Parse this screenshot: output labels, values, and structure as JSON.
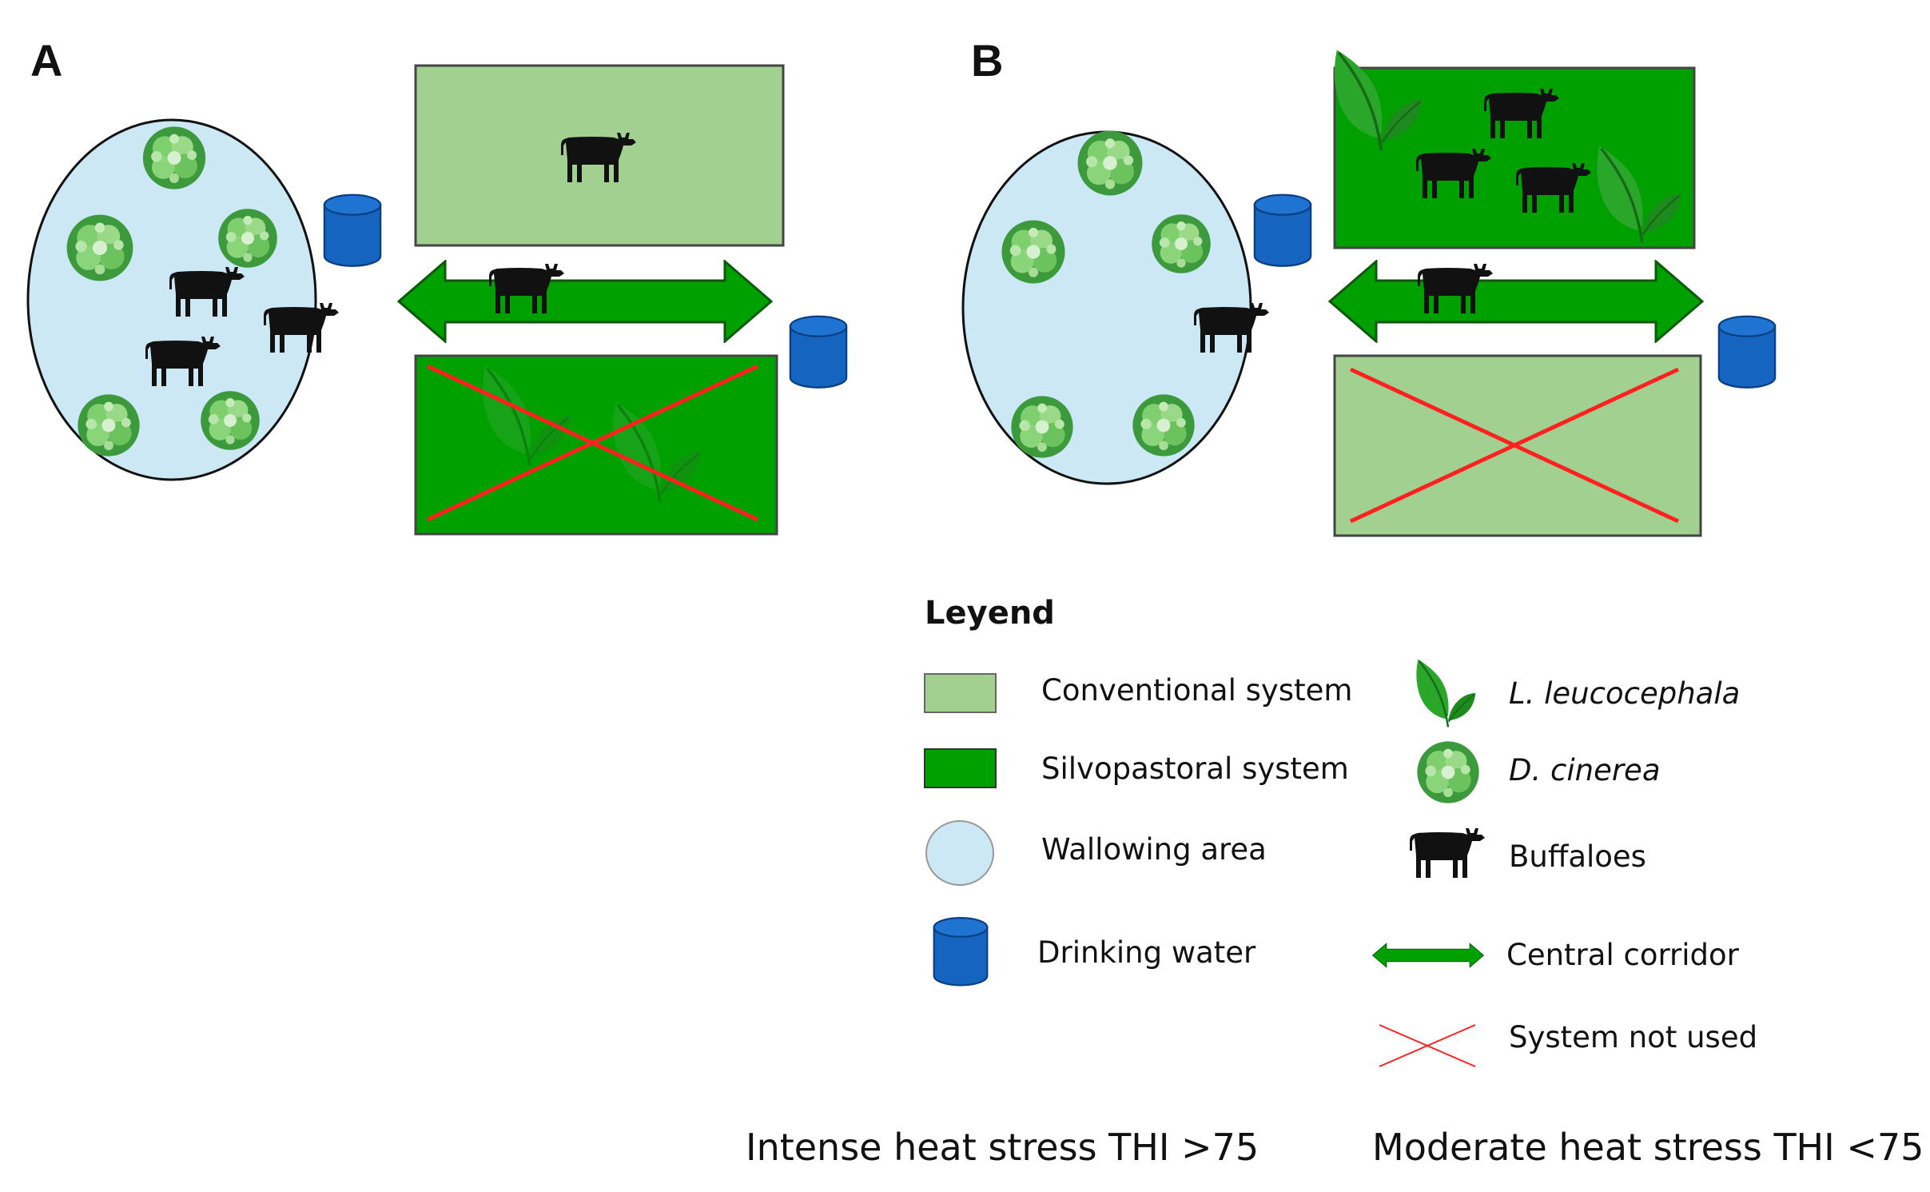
{
  "panels": {
    "a_label": "A",
    "b_label": "B"
  },
  "legend": {
    "title": "Leyend",
    "conventional": "Conventional system",
    "silvopastoral": "Silvopastoral system",
    "wallowing": "Wallowing area",
    "drinking_water": "Drinking water",
    "leucaena": "L. leucocephala",
    "dichrostachys": "D. cinerea",
    "buffaloes": "Buffaloes",
    "corridor": "Central corridor",
    "not_used": "System not used"
  },
  "captions": {
    "intense": "Intense heat stress THI >75",
    "moderate": "Moderate heat stress THI <75"
  },
  "colors": {
    "conventional": "#a1d090",
    "silvopastoral": "#00a000",
    "wallowing": "#cbe8f4",
    "water": "#1565c0",
    "cross": "#ff2020",
    "buffalo": "#111111"
  },
  "icons": [
    "leaf-icon",
    "shrub-icon",
    "buffalo-icon",
    "water-tank-icon",
    "corridor-arrow-icon",
    "cross-icon"
  ]
}
